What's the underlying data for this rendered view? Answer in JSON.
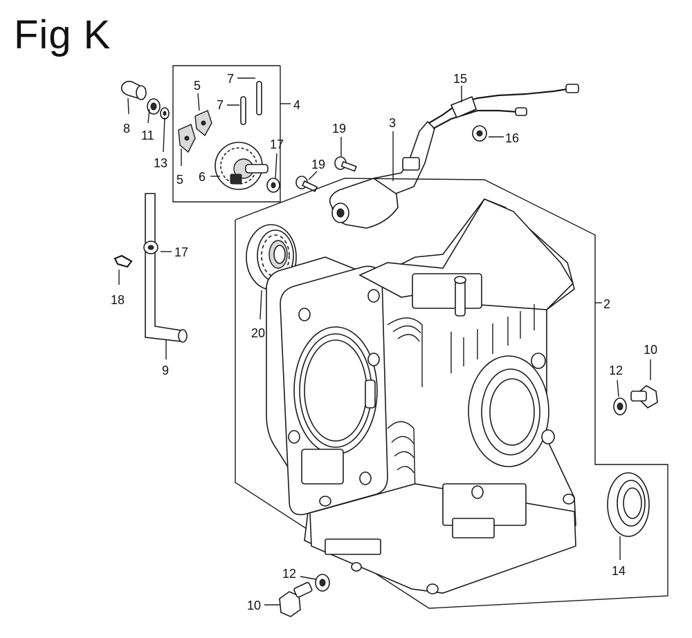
{
  "figure": {
    "title": "Fig K"
  },
  "callouts": [
    {
      "id": "c8",
      "label": "8",
      "part": "bolt"
    },
    {
      "id": "c11",
      "label": "11",
      "part": "washer"
    },
    {
      "id": "c13",
      "label": "13",
      "part": "washer"
    },
    {
      "id": "c5a",
      "label": "5",
      "part": "governor-weight"
    },
    {
      "id": "c5b",
      "label": "5",
      "part": "governor-weight"
    },
    {
      "id": "c7a",
      "label": "7",
      "part": "pin"
    },
    {
      "id": "c7b",
      "label": "7",
      "part": "pin"
    },
    {
      "id": "c4",
      "label": "4",
      "part": "governor-assembly"
    },
    {
      "id": "c6",
      "label": "6",
      "part": "governor-gear"
    },
    {
      "id": "c17a",
      "label": "17",
      "part": "washer"
    },
    {
      "id": "c19a",
      "label": "19",
      "part": "bolt"
    },
    {
      "id": "c19b",
      "label": "19",
      "part": "bolt"
    },
    {
      "id": "c3",
      "label": "3",
      "part": "oil-alert-switch"
    },
    {
      "id": "c15",
      "label": "15",
      "part": "grommet"
    },
    {
      "id": "c16",
      "label": "16",
      "part": "clip"
    },
    {
      "id": "c17b",
      "label": "17",
      "part": "washer"
    },
    {
      "id": "c18",
      "label": "18",
      "part": "clip"
    },
    {
      "id": "c9",
      "label": "9",
      "part": "breather-tube"
    },
    {
      "id": "c20",
      "label": "20",
      "part": "bearing"
    },
    {
      "id": "c2",
      "label": "2",
      "part": "crankcase"
    },
    {
      "id": "c12a",
      "label": "12",
      "part": "washer"
    },
    {
      "id": "c10a",
      "label": "10",
      "part": "drain-bolt"
    },
    {
      "id": "c14",
      "label": "14",
      "part": "oil-seal"
    },
    {
      "id": "c12b",
      "label": "12",
      "part": "washer"
    },
    {
      "id": "c10b",
      "label": "10",
      "part": "drain-bolt"
    }
  ]
}
